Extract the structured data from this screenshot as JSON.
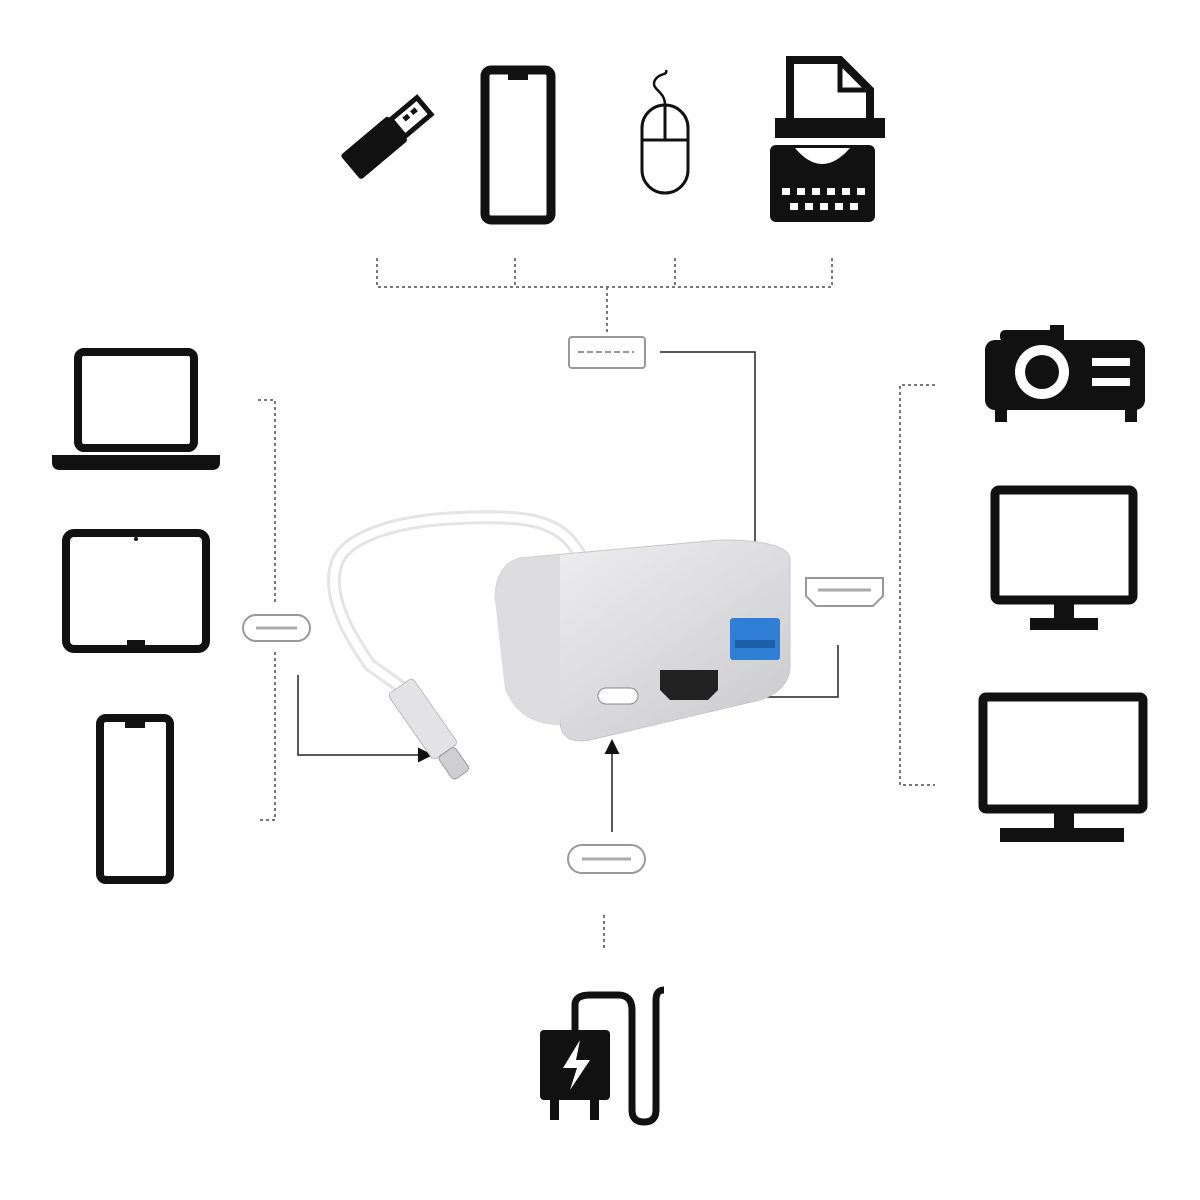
{
  "diagram": {
    "hub": "usb-c-multiport-adapter",
    "ports": [
      "usb-a",
      "hdmi",
      "usb-c"
    ],
    "top_devices": [
      "usb-flash-drive-icon",
      "smartphone-icon",
      "mouse-icon",
      "printer-icon"
    ],
    "left_devices": [
      "laptop-icon",
      "tablet-icon",
      "smartphone-icon"
    ],
    "right_devices": [
      "projector-icon",
      "monitor-icon",
      "tv-icon"
    ],
    "bottom_devices": [
      "charger-icon"
    ],
    "colors": {
      "icon": "#111111",
      "connector": "#777777",
      "usb3_port": "#2f7fd6",
      "adapter_body": "#d8d8da"
    }
  }
}
